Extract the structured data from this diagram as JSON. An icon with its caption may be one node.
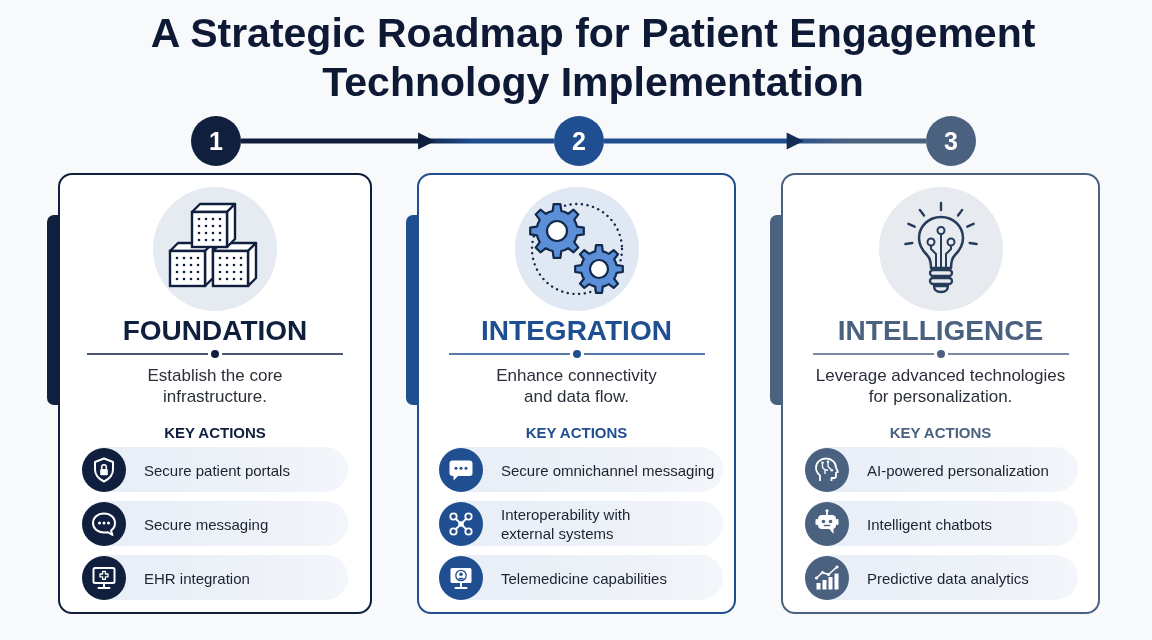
{
  "diagram": {
    "title": "A Strategic Roadmap for Patient Engagement Technology Implementation",
    "nodes": [
      {
        "text": [
          "1"
        ]
      },
      {
        "text": [
          "2"
        ]
      },
      {
        "text": [
          "3"
        ]
      },
      {
        "text": [
          "FOUNDATION",
          "Establish the core infrastructure.",
          "KEY ACTIONS"
        ]
      },
      {
        "text": [
          "Secure patient portals"
        ],
        "in": 3
      },
      {
        "text": [
          "Secure messaging"
        ],
        "in": 3
      },
      {
        "text": [
          "EHR integration"
        ],
        "in": 3
      },
      {
        "text": [
          "INTEGRATION",
          "Enhance connectivity and data flow.",
          "KEY ACTIONS"
        ]
      },
      {
        "text": [
          "Secure omnichannel messaging"
        ],
        "in": 7
      },
      {
        "text": [
          "Interoperability with external systems"
        ],
        "in": 7
      },
      {
        "text": [
          "Telemedicine capabilities"
        ],
        "in": 7
      },
      {
        "text": [
          "INTELLIGENCE",
          "Leverage advanced technologies for personalization.",
          "KEY ACTIONS"
        ]
      },
      {
        "text": [
          "AI-powered personalization"
        ],
        "in": 11
      },
      {
        "text": [
          "Intelligent chatbots"
        ],
        "in": 11
      },
      {
        "text": [
          "Predictive data analytics"
        ],
        "in": 11
      }
    ],
    "edges": [
      {
        "from": 0,
        "to": 1,
        "arrow": "to"
      },
      {
        "from": 1,
        "to": 2,
        "arrow": "to"
      }
    ]
  }
}
